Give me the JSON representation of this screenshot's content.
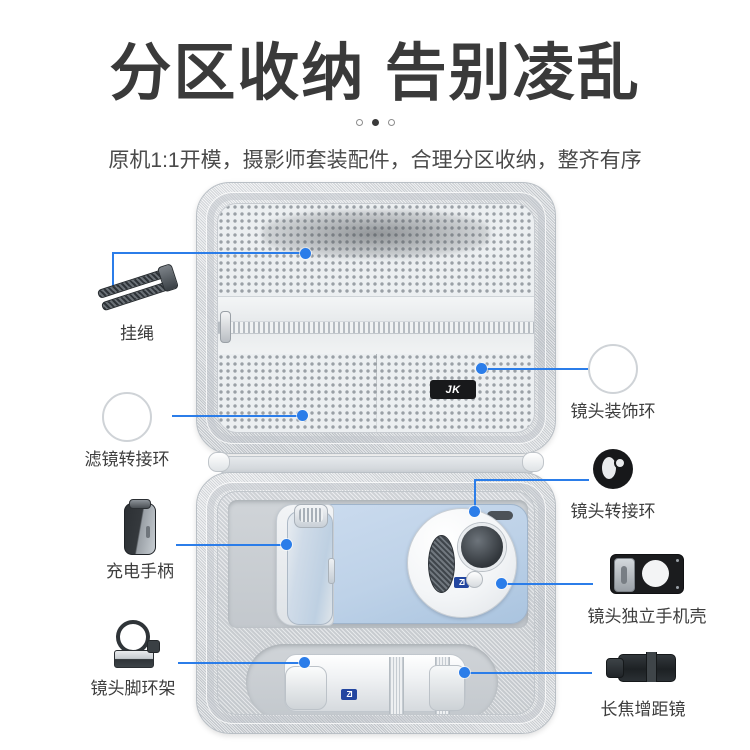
{
  "header": {
    "title": "分区收纳 告别凌乱",
    "subtitle": "原机1:1开模，摄影师套装配件，合理分区收纳，整齐有序",
    "dots": [
      {
        "state": "hollow"
      },
      {
        "state": "filled"
      },
      {
        "state": "hollow"
      }
    ]
  },
  "case": {
    "brand_tag": "JK",
    "lens_badge": "ZI",
    "tele_badge": "ZI"
  },
  "callouts": [
    {
      "id": "lanyard",
      "label": "挂绳",
      "icon": "lanyard-icon",
      "side": "left"
    },
    {
      "id": "filter-ring",
      "label": "滤镜转接环",
      "icon": "thin-ring-icon",
      "side": "left"
    },
    {
      "id": "charging-grip",
      "label": "充电手柄",
      "icon": "handle-icon",
      "side": "left"
    },
    {
      "id": "tripod-collar",
      "label": "镜头脚环架",
      "icon": "tripod-collar-icon",
      "side": "left"
    },
    {
      "id": "decor-ring",
      "label": "镜头装饰环",
      "icon": "thin-ring-icon",
      "side": "right"
    },
    {
      "id": "lens-adapter",
      "label": "镜头转接环",
      "icon": "adapter-ring-icon",
      "side": "right"
    },
    {
      "id": "lens-phone-case",
      "label": "镜头独立手机壳",
      "icon": "phone-case-icon",
      "side": "right"
    },
    {
      "id": "teleconverter",
      "label": "长焦增距镜",
      "icon": "teleconverter-icon",
      "side": "right"
    }
  ],
  "colors": {
    "accent": "#2b7de9",
    "title": "#3a3a3a",
    "body_text": "#4a4a4a",
    "case_shell": "#d4d8dc",
    "phone_blue": "#bed2e8",
    "background": "#ffffff"
  }
}
